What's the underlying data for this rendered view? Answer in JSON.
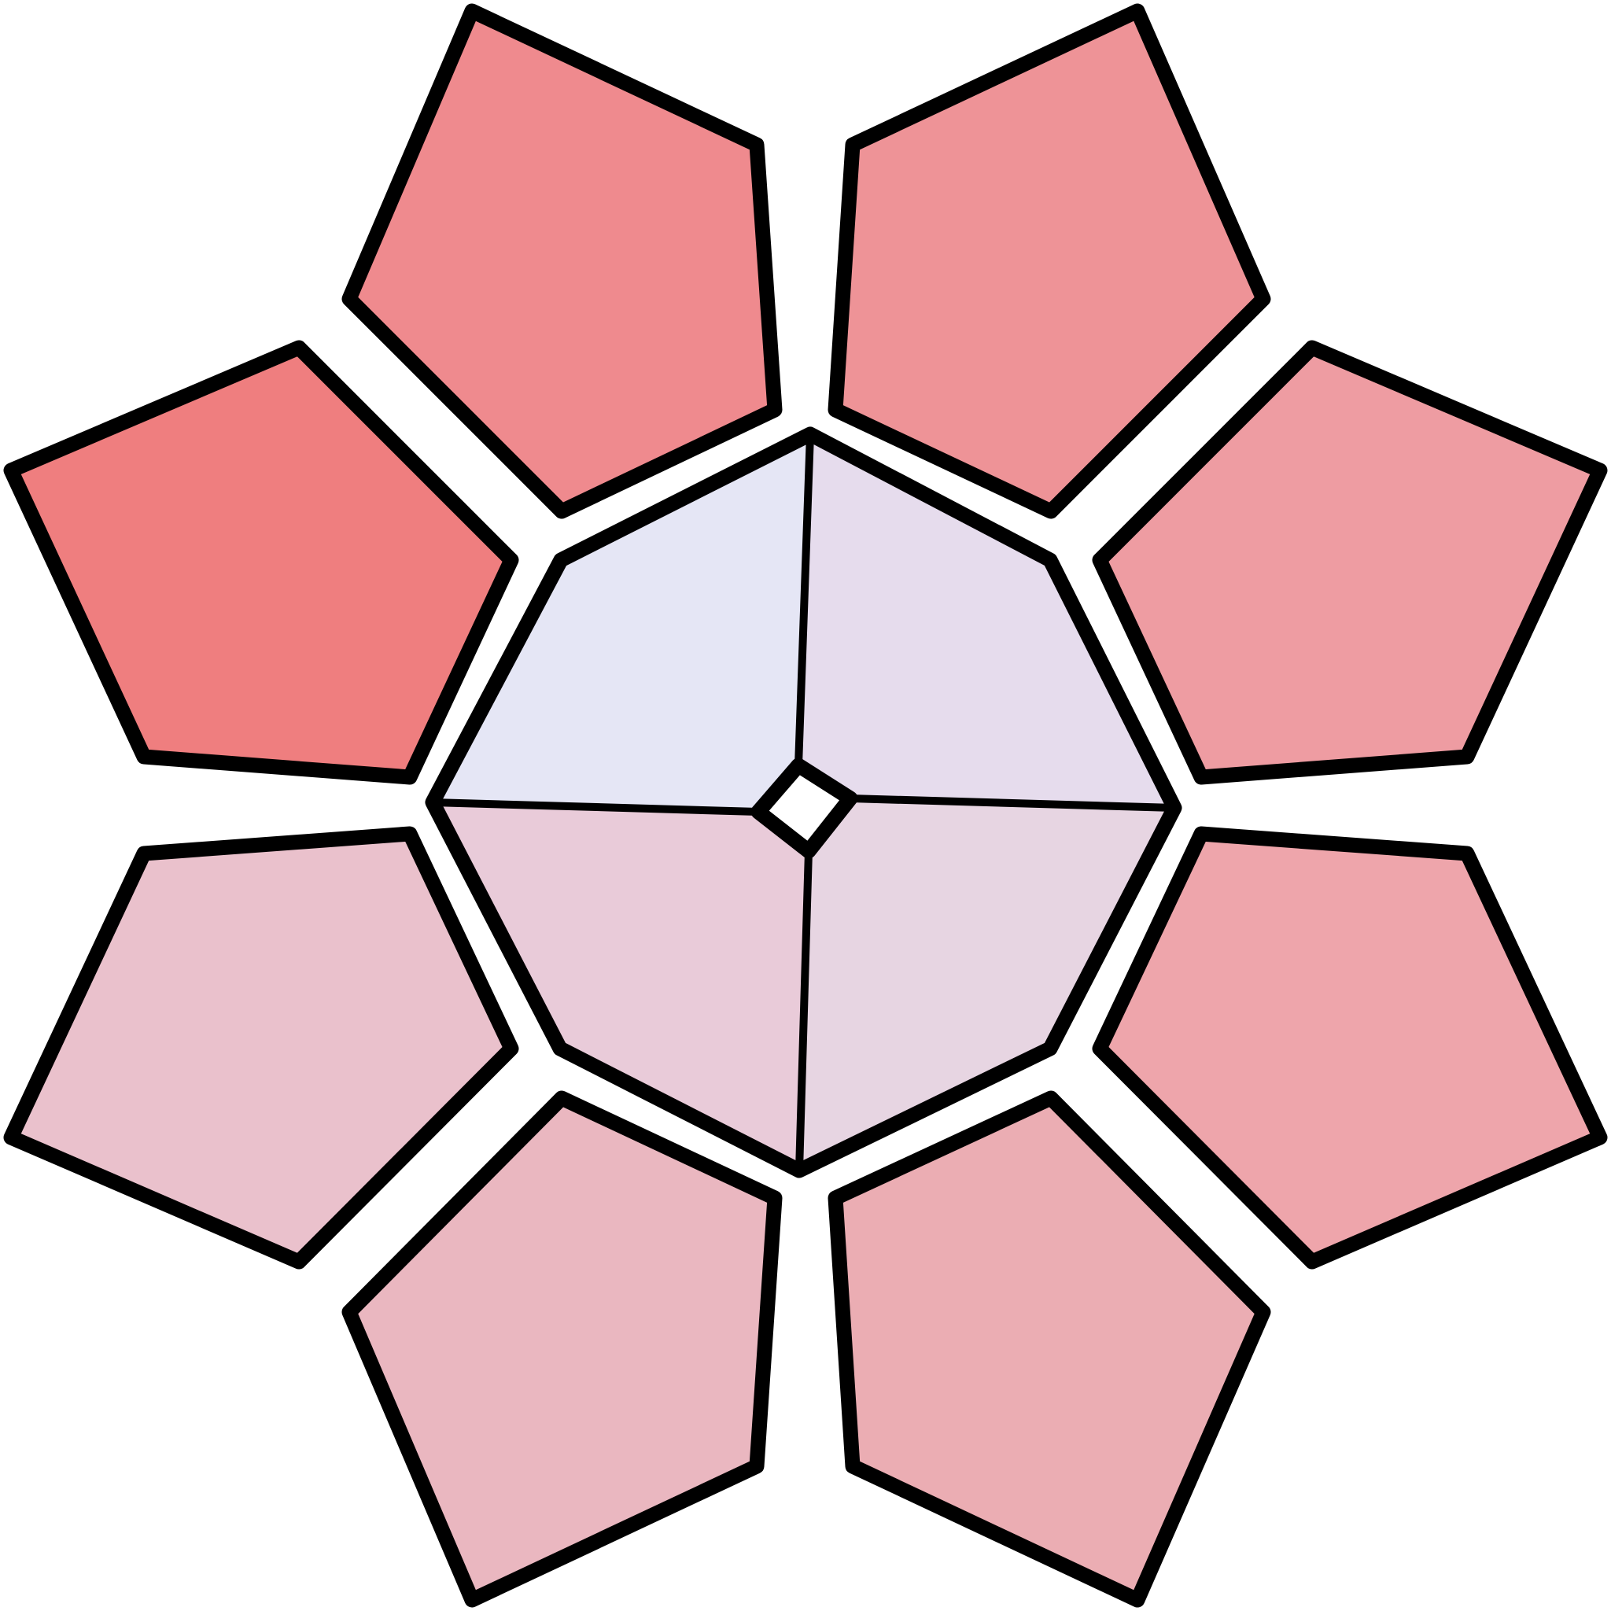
{
  "diagram": {
    "background": "#ffffff",
    "outline_color": "#000000",
    "petals": [
      {
        "name": "petal-top-left",
        "fill": "#ef8a8e"
      },
      {
        "name": "petal-top-right",
        "fill": "#ee9397"
      },
      {
        "name": "petal-upper-left",
        "fill": "#ef7e7f"
      },
      {
        "name": "petal-upper-right",
        "fill": "#ee9ca2"
      },
      {
        "name": "petal-lower-left",
        "fill": "#eac1cc"
      },
      {
        "name": "petal-lower-right",
        "fill": "#eea5ab"
      },
      {
        "name": "petal-bottom-left",
        "fill": "#eab7c0"
      },
      {
        "name": "petal-bottom-right",
        "fill": "#ebadb3"
      }
    ],
    "center_quadrants": [
      {
        "name": "quadrant-top-left",
        "fill": "#e5e6f5"
      },
      {
        "name": "quadrant-top-right",
        "fill": "#e6dced"
      },
      {
        "name": "quadrant-bottom-left",
        "fill": "#e9cbd9"
      },
      {
        "name": "quadrant-bottom-right",
        "fill": "#e7d5e2"
      }
    ],
    "center_diamond_fill": "#ffffff"
  }
}
